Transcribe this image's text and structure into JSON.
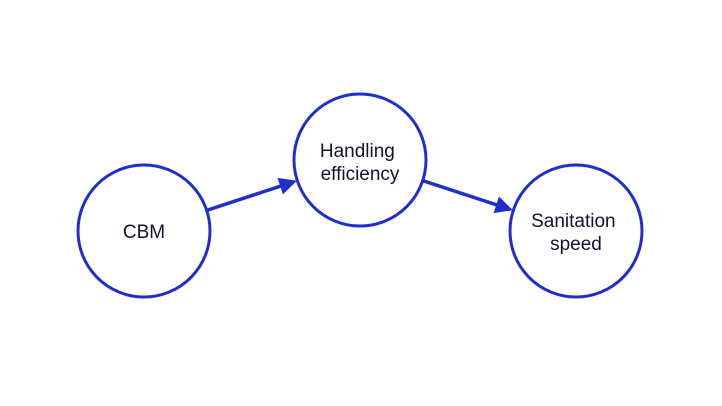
{
  "diagram": {
    "type": "flow",
    "colors": {
      "stroke": "#1F2ECC",
      "arrow": "#1F2ECC",
      "text": "#111133",
      "background": "#ffffff"
    },
    "nodes": [
      {
        "id": "cbm",
        "lines": [
          "CBM"
        ]
      },
      {
        "id": "handling-efficiency",
        "lines": [
          "Handling",
          "efficiency"
        ]
      },
      {
        "id": "sanitation-speed",
        "lines": [
          "Sanitation",
          "speed"
        ]
      }
    ],
    "edges": [
      {
        "from": "cbm",
        "to": "handling-efficiency"
      },
      {
        "from": "handling-efficiency",
        "to": "sanitation-speed"
      }
    ]
  }
}
